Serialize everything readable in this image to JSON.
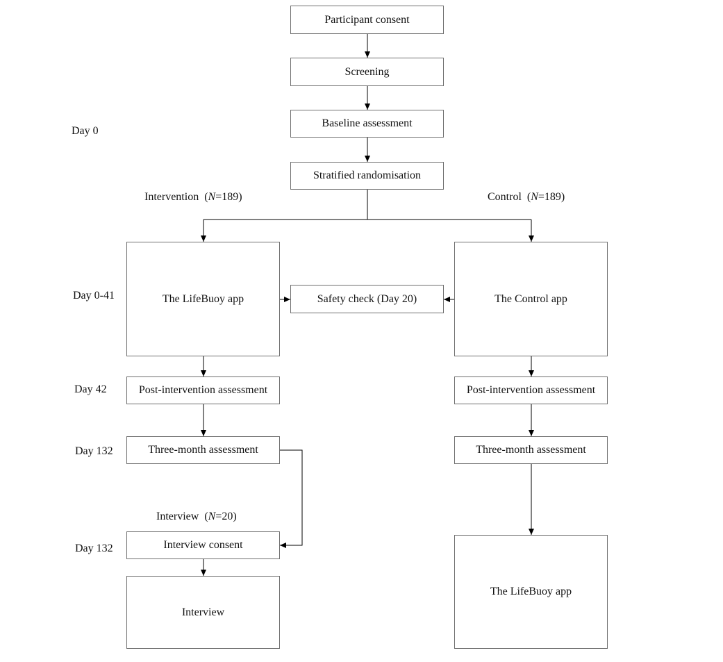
{
  "flow": {
    "participant_consent": "Participant consent",
    "screening": "Screening",
    "baseline_assessment": "Baseline assessment",
    "stratified_randomisation": "Stratified randomisation",
    "safety_check": "Safety check (Day 20)"
  },
  "arms": {
    "intervention": {
      "label": "Intervention",
      "n_symbol": "N",
      "n_value": "=189",
      "app": "The LifeBuoy app",
      "post": "Post-intervention assessment",
      "three_month": "Three-month assessment"
    },
    "control": {
      "label": "Control",
      "n_symbol": "N",
      "n_value": "=189",
      "app": "The Control app",
      "post": "Post-intervention assessment",
      "three_month": "Three-month assessment",
      "final_app": "The LifeBuoy app"
    }
  },
  "interview": {
    "label": "Interview",
    "n_symbol": "N",
    "n_value": "=20",
    "consent": "Interview consent",
    "interview": "Interview"
  },
  "days": {
    "day0": "Day 0",
    "day0_41": "Day 0-41",
    "day42": "Day 42",
    "day132_a": "Day 132",
    "day132_b": "Day 132"
  }
}
